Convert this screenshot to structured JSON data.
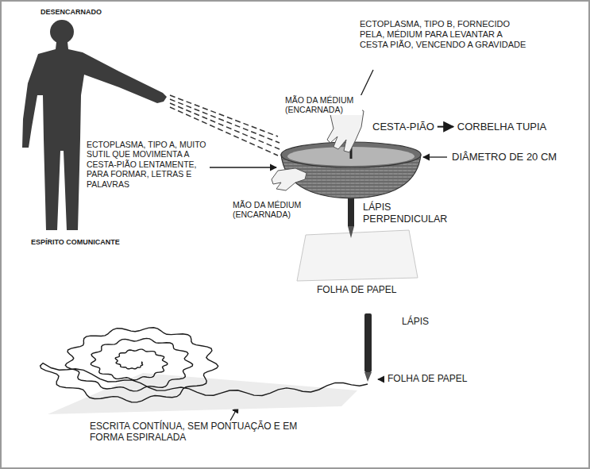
{
  "diagram": {
    "labels": [
      "DESENCARNADO",
      "ECTOPLASMA, TIPO B, FORNECIDO PELA, MÉDIUM PARA LEVANTAR A CESTA PIÃO, VENCENDO A GRAVIDADE",
      "MÃO DA MÉDIUM (ENCARNADA)",
      "CESTA-PIÃO",
      "CORBELHA TUPIA",
      "ECTOPLASMA, TIPO A, MUITO SUTIL QUE MOVIMENTA A CESTA-PIÃO LENTAMENTE, PARA FORMAR, LETRAS E PALAVRAS",
      "DIÂMETRO DE 20 CM",
      "MÃO DA MÉDIUM (ENCARNADA)",
      "ESPÍRITO COMUNICANTE",
      "LÁPIS PERPENDICULAR",
      "FOLHA DE PAPEL",
      "LÁPIS",
      "FOLHA DE PAPEL",
      "ESCRITA CONTÍNUA, SEM PONTUAÇÃO E EM FORMA ESPIRALADA"
    ]
  }
}
